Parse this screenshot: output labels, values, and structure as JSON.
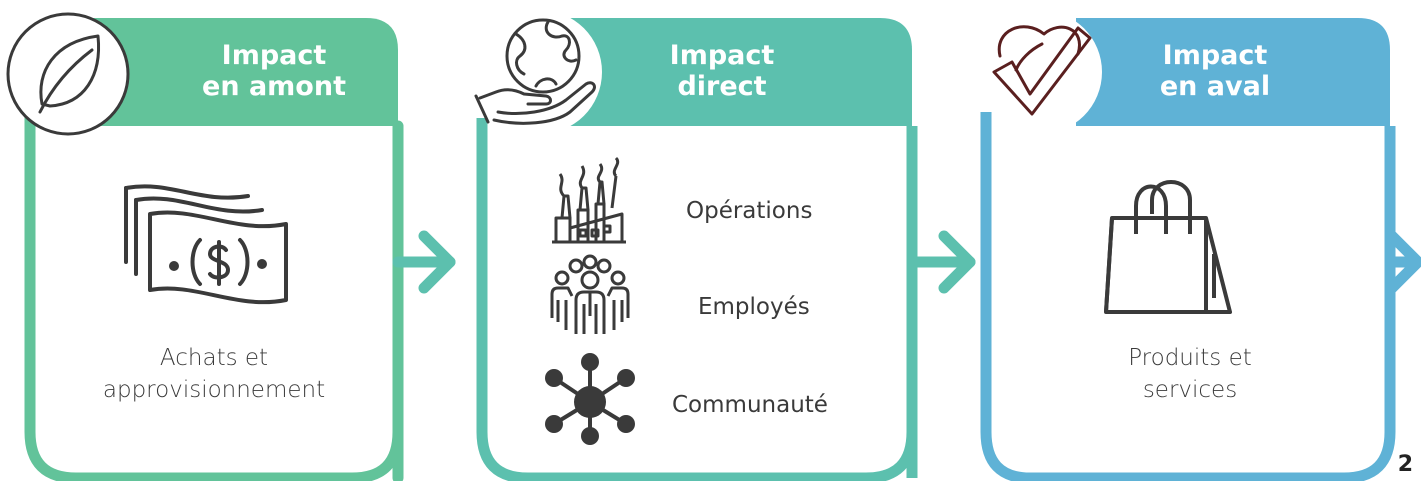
{
  "colors": {
    "panel1": "#62c39a",
    "panel2": "#5cc0ae",
    "panel3": "#5fb2d6",
    "ink": "#3a3a3a",
    "leaf_check_ink": "#5a1f1f"
  },
  "panels": [
    {
      "id": "amont",
      "header_line1": "Impact",
      "header_line2": "en amont",
      "badge_icon": "leaf-icon",
      "body_icon": "money-bills-icon",
      "body_line1": "Achats et",
      "body_line2": "approvisionnement"
    },
    {
      "id": "direct",
      "header_line1": "Impact",
      "header_line2": "direct",
      "badge_icon": "globe-in-hand-icon",
      "rows": [
        {
          "icon": "factory-icon",
          "label": "Opérations"
        },
        {
          "icon": "employees-group-icon",
          "label": "Employés"
        },
        {
          "icon": "network-hub-icon",
          "label": "Communauté"
        }
      ]
    },
    {
      "id": "aval",
      "header_line1": "Impact",
      "header_line2": "en aval",
      "badge_icon": "leaf-check-icon",
      "body_icon": "shopping-bag-icon",
      "body_line1": "Produits et",
      "body_line2": "services"
    }
  ],
  "page_number": "2"
}
